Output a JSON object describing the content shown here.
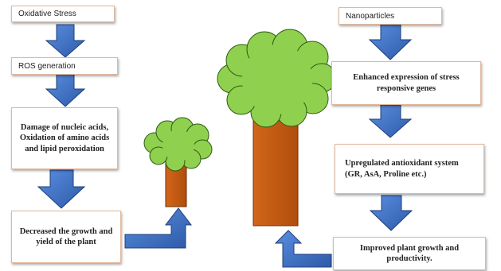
{
  "left_chain": {
    "oxidative_stress": "Oxidative Stress",
    "ros_generation": "ROS generation",
    "damage": "Damage of nucleic acids, Oxidation of amino acids and lipid peroxidation",
    "decreased": "Decreased the growth and yield of the plant"
  },
  "right_chain": {
    "nanoparticles": "Nanoparticles",
    "enhanced": "Enhanced expression of stress responsive genes",
    "upregulated": "Upregulated antioxidant system (GR, AsA, Proline etc.)",
    "improved": "Improved plant growth and productivity."
  },
  "colors": {
    "arrow_fill": "#3a6cc0",
    "arrow_stroke": "#1f3f7a",
    "foliage": "#8fd14f",
    "foliage_stroke": "#2e5a12",
    "trunk": "#c55a11",
    "trunk_stroke": "#6b2e05",
    "box_border": "#e2b79a"
  },
  "icons": [
    "down-arrow-icon",
    "elbow-up-arrow-icon",
    "small-tree-icon",
    "large-tree-icon"
  ]
}
